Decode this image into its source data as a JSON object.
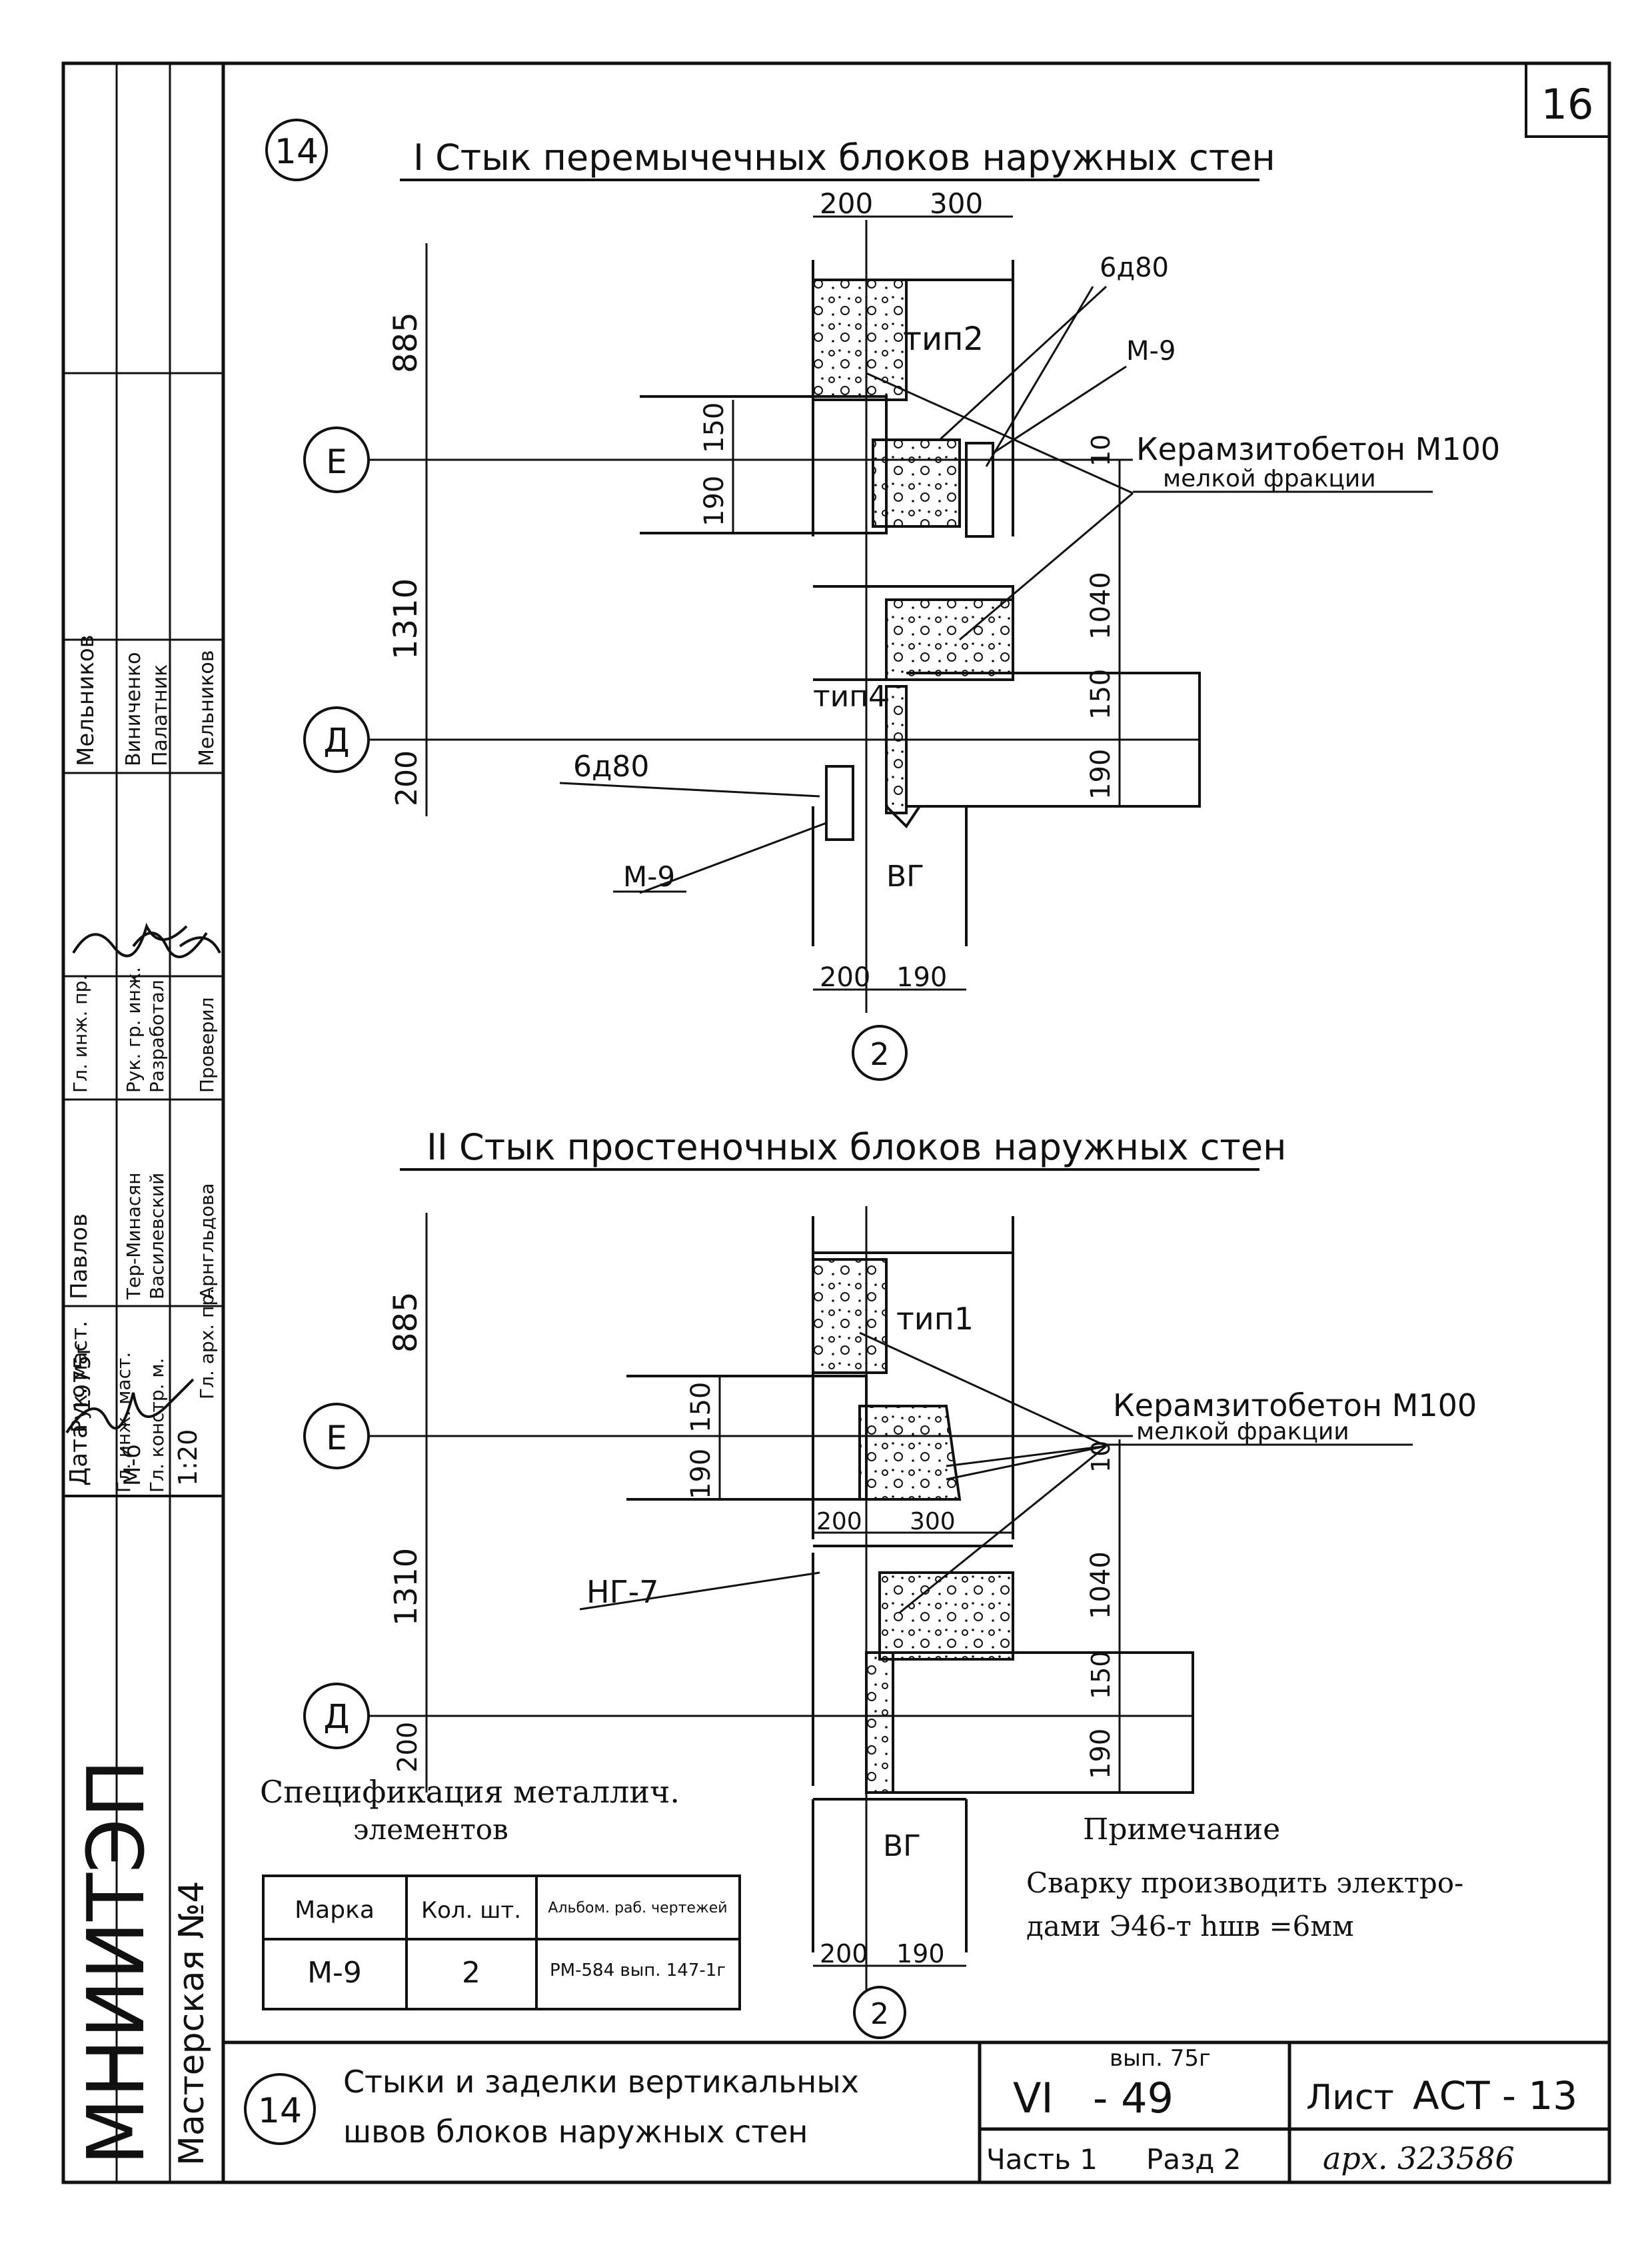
{
  "sheet_number": "16",
  "sheet_ref": "АСТ - 13",
  "sheet_ref_label": "Лист",
  "series_roman": "VI",
  "series_number": "- 49",
  "issue": "вып. 75г",
  "part": "Часть 1",
  "section": "Разд 2",
  "archive": "арх. 323586",
  "drawing_title_line1": "Стыки и заделки вертикальных",
  "drawing_title_line2": "швов блоков наружных стен",
  "drawing_number": "14",
  "organization": "МНИИТЭП",
  "workshop": "Мастерская №4",
  "title_block": {
    "roles": [
      "Дата",
      "Рук. маст.",
      "Гл. инж. маст.",
      "Гл. констр. м.",
      "Гл. арх. пр.",
      "Гл. инж. пр.",
      "Рук. гр. инж.",
      "Разработал",
      "Проверил"
    ],
    "names": [
      "Павлов",
      "Тер-Минасян",
      "Василевский",
      "Арнгльдова",
      "Мельников",
      "Виниченко",
      "Палатник",
      "Мельников"
    ],
    "date": "1975г",
    "scale_label": "М-б",
    "scale": "1:20"
  },
  "section1": {
    "marker": "14",
    "title": "I Стык перемычечных блоков наружных стен",
    "dim_top": [
      "200",
      "300"
    ],
    "dim_left": [
      "885",
      "1310",
      "200"
    ],
    "dim_inner_left": [
      "150",
      "190"
    ],
    "dim_inner_right": [
      "10",
      "1040",
      "150",
      "190"
    ],
    "dim_bottom": [
      "200",
      "190"
    ],
    "labels": {
      "tip2": "тип2",
      "tip4": "тип4",
      "vg": "ВГ",
      "m9_top": "М-9",
      "m9_bottom": "М-9",
      "anchor_top": "6д80",
      "anchor_bottom": "6д80",
      "concrete": "Керамзитобетон М100",
      "concrete2": "мелкой фракции"
    },
    "axis_e": "Е",
    "axis_d": "Д",
    "axis_col": "2"
  },
  "section2": {
    "title": "II Стык простеночных блоков наружных стен",
    "dim_left": [
      "885",
      "1310",
      "200"
    ],
    "dim_inner_left": [
      "150",
      "190"
    ],
    "dim_mid": [
      "200",
      "300"
    ],
    "dim_inner_right": [
      "10",
      "1040",
      "150",
      "190"
    ],
    "dim_bottom": [
      "200",
      "190"
    ],
    "labels": {
      "tip1": "тип1",
      "ng7": "НГ-7",
      "vg": "ВГ",
      "concrete": "Керамзитобетон М100",
      "concrete2": "мелкой фракции"
    },
    "axis_e": "Е",
    "axis_d": "Д",
    "axis_col": "2"
  },
  "spec": {
    "title": "Спецификация металлич.",
    "title2": "элементов",
    "headers": [
      "Марка",
      "Кол. шт.",
      "Альбом. раб. чертежей"
    ],
    "rows": [
      [
        "М-9",
        "2",
        "РМ-584 вып. 147-1г"
      ]
    ]
  },
  "note": {
    "title": "Примечание",
    "text1": "Сварку производить электро-",
    "text2": "дами Э46-т   hшв =6мм"
  },
  "colors": {
    "ink": "#111111",
    "paper": "#ffffff"
  }
}
